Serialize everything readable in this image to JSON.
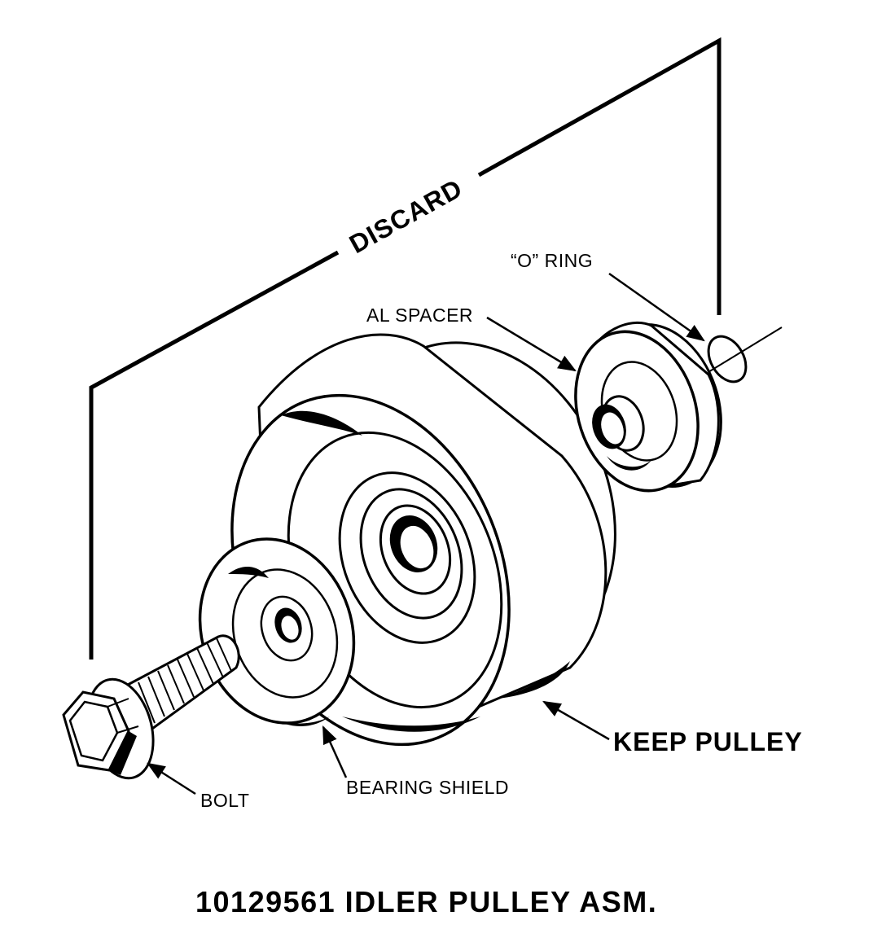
{
  "labels": {
    "discard": "DISCARD",
    "o_ring": "“O” RING",
    "al_spacer": "AL SPACER",
    "keep_pulley": "KEEP PULLEY",
    "bearing_shield": "BEARING SHIELD",
    "bolt": "BOLT"
  },
  "caption": "10129561 IDLER PULLEY ASM.",
  "colors": {
    "ink": "#000000",
    "paper": "#ffffff"
  }
}
